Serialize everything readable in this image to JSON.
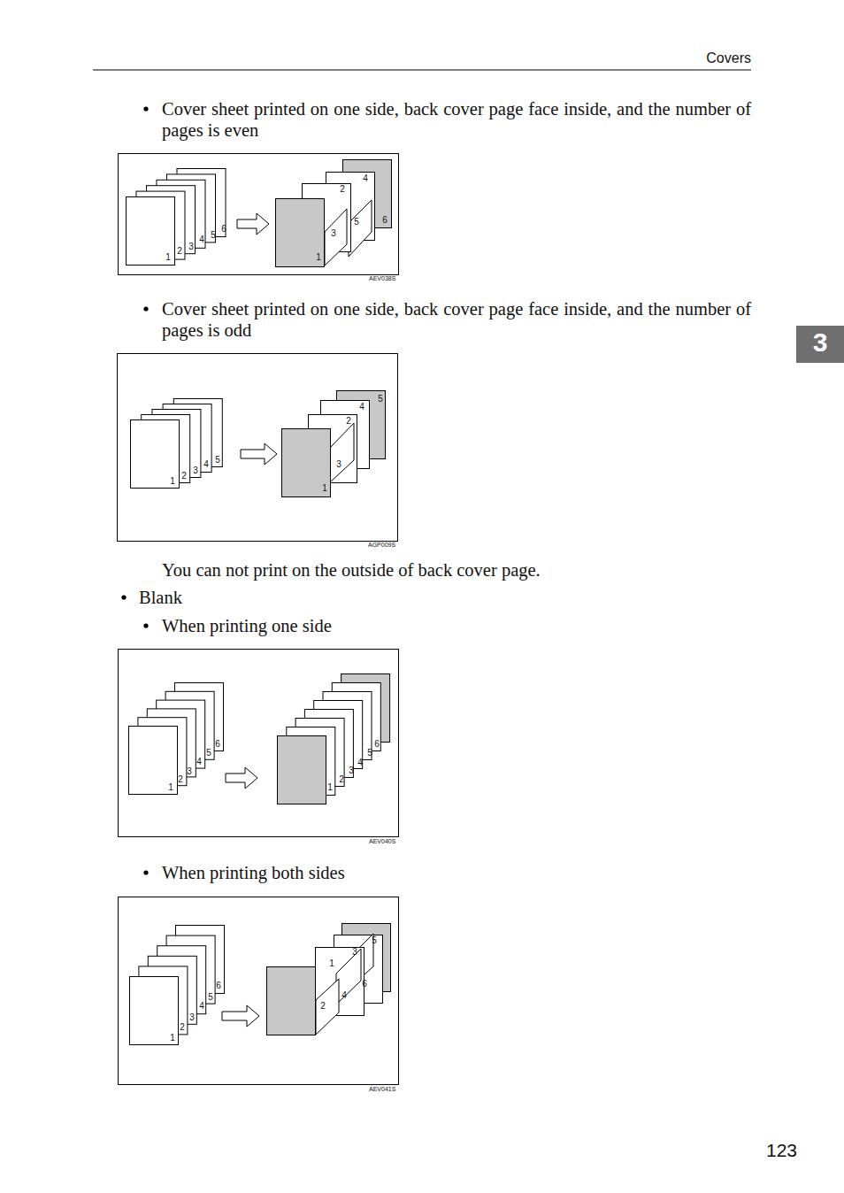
{
  "diagram": {
    "labels": [
      "Covers",
      "Cover sheet printed on one side, back cover page face inside, and the number of pages is even",
      "Cover sheet printed on one side, back cover page face inside, and the number of pages is odd",
      "You can not print on the outside of back cover page.",
      "Blank",
      "When printing one side",
      "When printing both sides",
      "3",
      "123",
      "AEV038S",
      "AGP009S",
      "AEV040S",
      "AEV041S",
      "1",
      "2",
      "3",
      "4",
      "5",
      "6",
      "1",
      "3",
      "2",
      "5",
      "4",
      "6",
      "1",
      "2",
      "3",
      "4",
      "5",
      "1",
      "3",
      "2",
      "4",
      "5",
      "1",
      "2",
      "3",
      "4",
      "5",
      "6",
      "1",
      "2",
      "3",
      "4",
      "5",
      "6",
      "1",
      "2",
      "3",
      "4",
      "5",
      "6",
      "2",
      "1",
      "4",
      "3",
      "6",
      "5"
    ]
  }
}
